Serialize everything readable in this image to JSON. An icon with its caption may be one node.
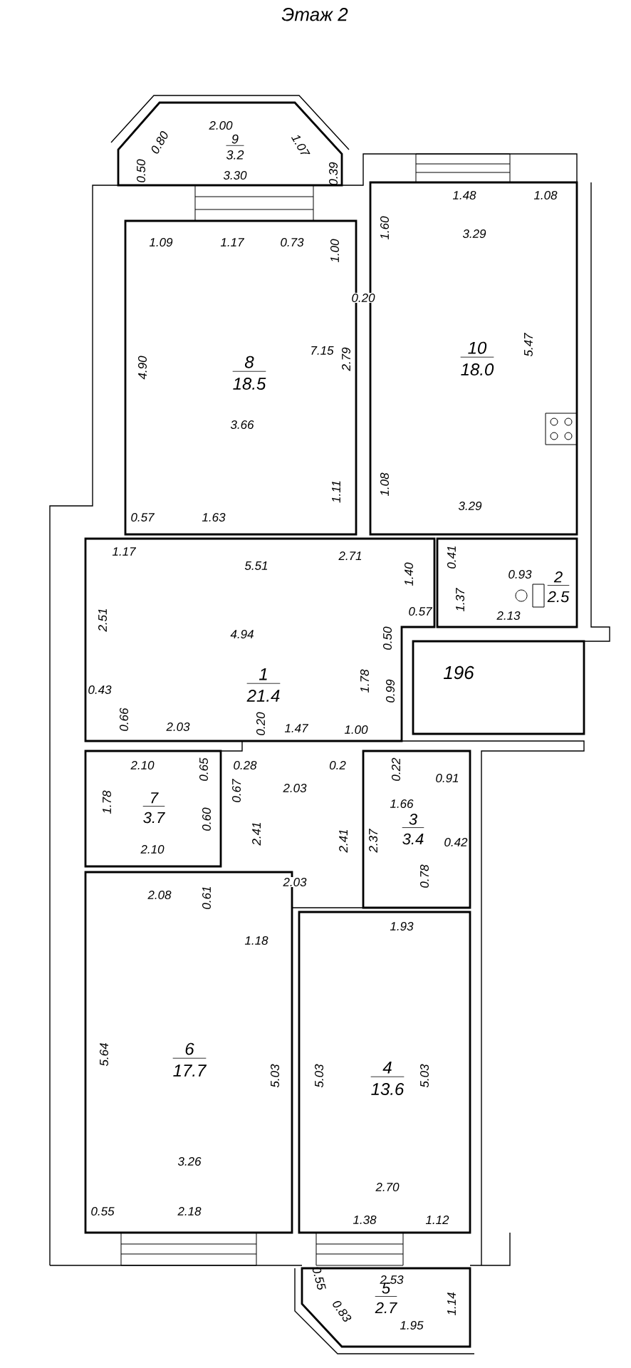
{
  "diagram": {
    "title": "Этаж 2",
    "nodes": [
      {
        "text": [
          "9",
          "3.2"
        ]
      },
      {
        "text": [
          "8",
          "18.5"
        ]
      },
      {
        "text": [
          "10",
          "18.0"
        ]
      },
      {
        "text": [
          "2",
          "2.5"
        ]
      },
      {
        "text": [
          "1",
          "21.4"
        ]
      },
      {
        "text": [
          "196"
        ]
      },
      {
        "text": [
          "7",
          "3.7"
        ]
      },
      {
        "text": [
          "3",
          "3.4"
        ]
      },
      {
        "text": [
          "6",
          "17.7"
        ]
      },
      {
        "text": [
          "4",
          "13.6"
        ]
      },
      {
        "text": [
          "5",
          "2.7"
        ]
      }
    ],
    "labels": [
      "2.00",
      "0.80",
      "0.50",
      "1.07",
      "0.39",
      "3.30",
      "1.48",
      "1.08",
      "1.09",
      "1.17",
      "0.73",
      "1.00",
      "1.60",
      "3.29",
      "0.20",
      "7.15",
      "4.90",
      "2.79",
      "5.47",
      "3.66",
      "1.11",
      "1.08",
      "3.29",
      "0.57",
      "1.63",
      "1.17",
      "5.51",
      "2.71",
      "1.40",
      "0.41",
      "0.93",
      "1.37",
      "0.57",
      "2.13",
      "2.51",
      "4.94",
      "0.50",
      "1.78",
      "0.99",
      "0.43",
      "0.66",
      "2.03",
      "0.20",
      "1.47",
      "1.00",
      "2.10",
      "0.65",
      "0.28",
      "0.67",
      "0.2",
      "0.22",
      "0.91",
      "2.03",
      "1.78",
      "0.60",
      "2.41",
      "2.41",
      "2.37",
      "1.66",
      "0.42",
      "2.10",
      "0.78",
      "2.08",
      "0.61",
      "2.03",
      "1.18",
      "1.93",
      "5.64",
      "5.03",
      "5.03",
      "5.03",
      "3.26",
      "2.70",
      "0.55",
      "2.18",
      "1.38",
      "1.12",
      "0.55",
      "2.53",
      "0.83",
      "1.95",
      "1.14"
    ]
  }
}
